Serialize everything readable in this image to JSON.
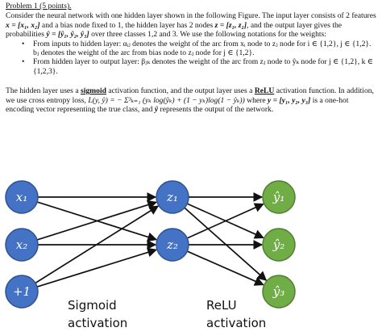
{
  "problem": {
    "title": "Problem 1 (5 points).",
    "intro": {
      "p1": "Consider the neural network with one hidden layer shown in the following Figure. The input layer consists of 2 features ",
      "m1": "x = [x₁, x₂]",
      "p2": " and a bias node fixed to 1, the hidden layer has 2 nodes ",
      "m2": "z = [z₁, z₂]",
      "p3": ", and the output layer gives the probabilities ",
      "m3": "ŷ = [ŷ₁, ŷ₂, ŷ₃]",
      "p4": " over three classes 1,2 and 3. We use the following notations for the weights:"
    },
    "bullets": [
      "From inputs to hidden layer: αᵢⱼ denotes the weight of the arc from xᵢ node to zⱼ node for i ∈ {1,2}, j ∈ {1,2}. bⱼ denotes the weight of the arc from bias node to zⱼ node for  j ∈ {1,2}.",
      "From hidden layer to output layer: βⱼₖ denotes the weight of the arc from zⱼ node to ŷₖ node for j ∈ {1,2}, k ∈ {1,2,3}."
    ],
    "para2": {
      "a": "The hidden layer uses a ",
      "sigmoid": "sigmoid",
      "b": " activation function, and the output layer uses a ",
      "relu": "ReLU",
      "c": " activation function. In addition, we use cross entropy loss, ",
      "loss": "L(y, ŷ) = − Σ³ₖ₌₁ (yₖ log(ŷₖ) + (1 − yₖ)log(1 − ŷₖ))",
      "d": " where ",
      "yvec": "y = [y₁, y₂, y₃]",
      "e": " is a one-hot encoding vector representing the true class, and ",
      "yhat": "ŷ",
      "f": " represents the output of the network."
    }
  },
  "diagram": {
    "inputs": [
      "x₁",
      "x₂",
      "+1"
    ],
    "hidden": [
      "z₁",
      "z₂"
    ],
    "outputs": [
      "ŷ₁",
      "ŷ₂",
      "ŷ₃"
    ],
    "hidden_caption": [
      "Sigmoid",
      "activation"
    ],
    "output_caption": [
      "ReLU",
      "activation"
    ],
    "colors": {
      "input": "#4472C4",
      "output": "#70AD47",
      "stroke": "#2F528F",
      "ostroke": "#507E32"
    }
  }
}
